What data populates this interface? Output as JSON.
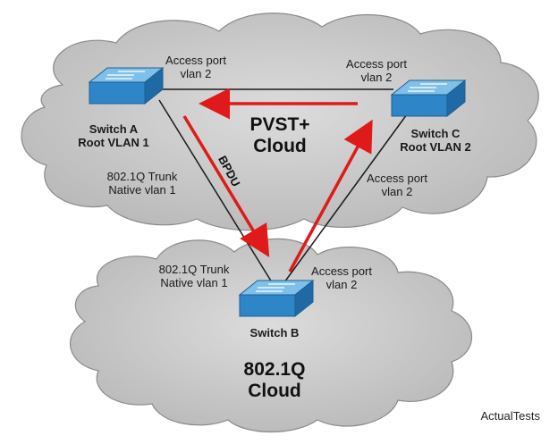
{
  "clouds": {
    "pvst": {
      "line1": "PVST+",
      "line2": "Cloud"
    },
    "dot1q": {
      "line1": "802.1Q",
      "line2": "Cloud"
    }
  },
  "switches": {
    "a": {
      "name": "Switch A",
      "role": "Root VLAN 1"
    },
    "b": {
      "name": "Switch B"
    },
    "c": {
      "name": "Switch C",
      "role": "Root VLAN 2"
    }
  },
  "ports": {
    "a_access": {
      "line1": "Access port",
      "line2": "vlan 2"
    },
    "c_access_top": {
      "line1": "Access port",
      "line2": "vlan 2"
    },
    "a_trunk": {
      "line1": "802.1Q Trunk",
      "line2": "Native vlan 1"
    },
    "c_access_side": {
      "line1": "Access port",
      "line2": "vlan 2"
    },
    "b_trunk": {
      "line1": "802.1Q Trunk",
      "line2": "Native vlan 1"
    },
    "b_access": {
      "line1": "Access port",
      "line2": "vlan 2"
    }
  },
  "bpdu_label": "BPDU",
  "watermark": "ActualTests",
  "colors": {
    "arrow": "#e01a1a",
    "switch": "#2e86c9",
    "cloud": "#c9c9c9"
  }
}
